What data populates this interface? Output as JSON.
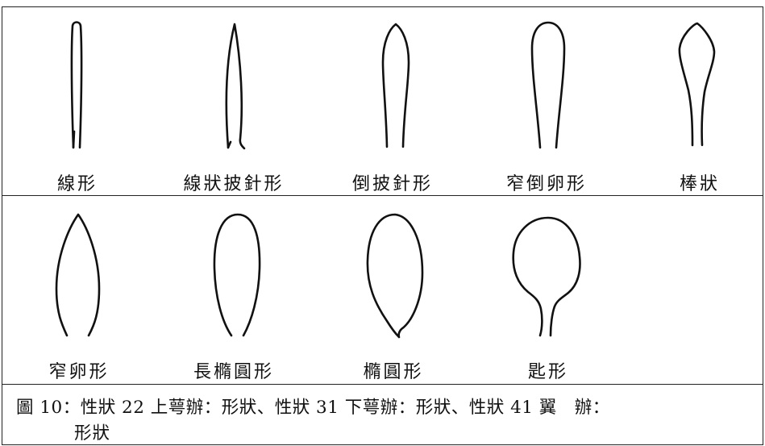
{
  "row1": {
    "labels": [
      "線形",
      "線狀披針形",
      "倒披針形",
      "窄倒卵形",
      "棒狀"
    ]
  },
  "row2": {
    "labels": [
      "窄卵形",
      "長橢圓形",
      "橢圓形",
      "匙形"
    ]
  },
  "caption": {
    "line1": "圖 10：性狀 22 上萼辦：形狀、性狀 31 下萼辦：形狀、性狀 41 翼　辦：",
    "line2": "形狀"
  }
}
